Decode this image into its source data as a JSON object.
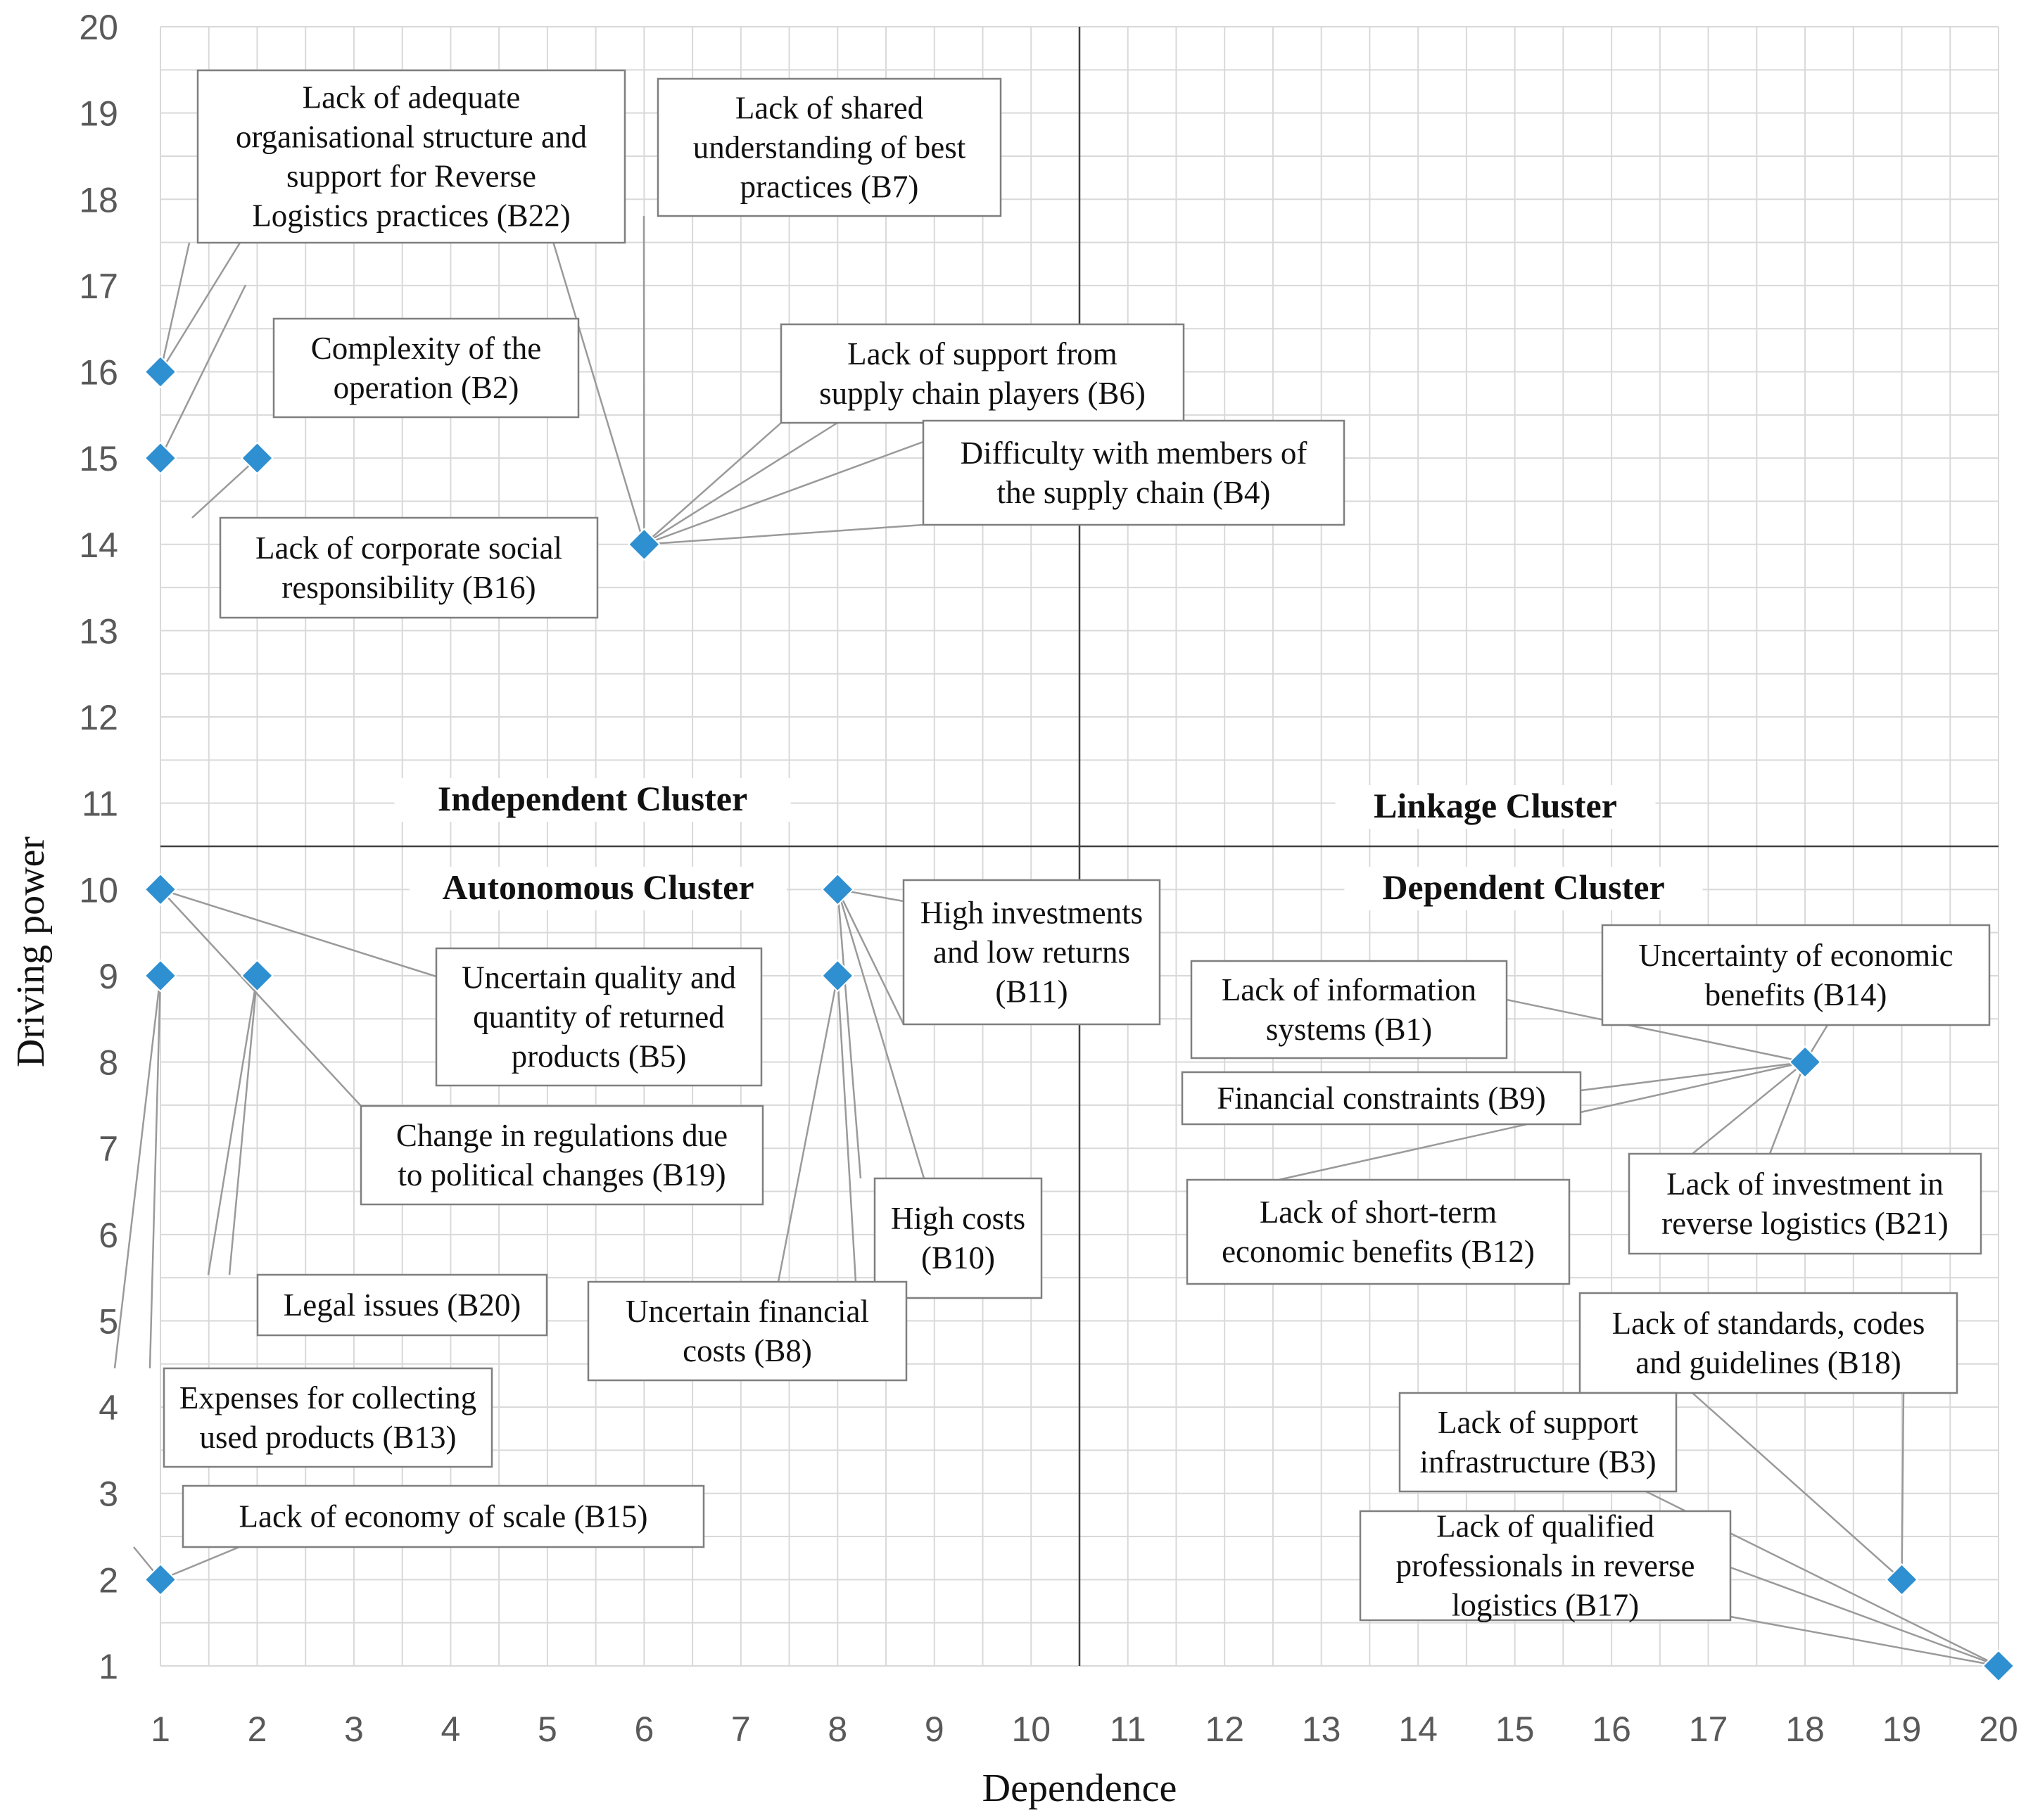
{
  "chart_data": {
    "type": "scatter",
    "xlabel": "Dependence",
    "ylabel": "Driving power",
    "xlim": [
      1,
      20
    ],
    "ylim": [
      1,
      20
    ],
    "x_ticks": [
      "1",
      "2",
      "3",
      "4",
      "5",
      "6",
      "7",
      "8",
      "9",
      "10",
      "11",
      "12",
      "13",
      "14",
      "15",
      "16",
      "17",
      "18",
      "19",
      "20"
    ],
    "y_ticks": [
      "1",
      "2",
      "3",
      "4",
      "5",
      "6",
      "7",
      "8",
      "9",
      "10",
      "11",
      "12",
      "13",
      "14",
      "15",
      "16",
      "17",
      "18",
      "19",
      "20"
    ],
    "grid": true,
    "marker_color": "#2e8fd1",
    "divider_x": 10.5,
    "divider_y": 10.5,
    "clusters": [
      {
        "name": "Independent Cluster",
        "quadrant": "top-left"
      },
      {
        "name": "Linkage Cluster",
        "quadrant": "top-right"
      },
      {
        "name": "Autonomous Cluster",
        "quadrant": "bottom-left"
      },
      {
        "name": "Dependent Cluster",
        "quadrant": "bottom-right"
      }
    ],
    "points": [
      {
        "x": 1,
        "y": 16
      },
      {
        "x": 1,
        "y": 15
      },
      {
        "x": 2,
        "y": 15
      },
      {
        "x": 6,
        "y": 14
      },
      {
        "x": 1,
        "y": 10
      },
      {
        "x": 1,
        "y": 9
      },
      {
        "x": 2,
        "y": 9
      },
      {
        "x": 8,
        "y": 10
      },
      {
        "x": 8,
        "y": 9
      },
      {
        "x": 1,
        "y": 2
      },
      {
        "x": 18,
        "y": 8
      },
      {
        "x": 19,
        "y": 2
      },
      {
        "x": 20,
        "y": 1
      }
    ],
    "annotations": [
      {
        "lines": [
          "Lack of adequate",
          "organisational structure and",
          "support for Reverse",
          "Logistics practices (B22)"
        ],
        "point": [
          1,
          16
        ]
      },
      {
        "lines": [
          "Complexity of the",
          "operation (B2)"
        ],
        "point": [
          1,
          15
        ]
      },
      {
        "lines": [
          "Lack of corporate social",
          "responsibility (B16)"
        ],
        "point": [
          2,
          15
        ]
      },
      {
        "lines": [
          "Lack of shared",
          "understanding of best",
          "practices (B7)"
        ],
        "point": [
          6,
          14
        ]
      },
      {
        "lines": [
          "Lack of support from",
          "supply chain players (B6)"
        ],
        "point": [
          6,
          14
        ]
      },
      {
        "lines": [
          "Difficulty with members of",
          "the supply chain (B4)"
        ],
        "point": [
          6,
          14
        ]
      },
      {
        "lines": [
          "Uncertain quality and",
          "quantity of returned",
          "products (B5)"
        ],
        "point": [
          1,
          10
        ]
      },
      {
        "lines": [
          "Change in regulations due",
          "to political changes (B19)"
        ],
        "point": [
          1,
          10
        ]
      },
      {
        "lines": [
          "Legal issues (B20)"
        ],
        "point": [
          2,
          9
        ]
      },
      {
        "lines": [
          "Expenses for collecting",
          "used products (B13)"
        ],
        "point": [
          1,
          9
        ]
      },
      {
        "lines": [
          "Lack of economy of scale (B15)"
        ],
        "point": [
          1,
          2
        ]
      },
      {
        "lines": [
          "High investments",
          "and low returns",
          "(B11)"
        ],
        "point": [
          8,
          10
        ]
      },
      {
        "lines": [
          "High costs",
          "(B10)"
        ],
        "point": [
          8,
          10
        ]
      },
      {
        "lines": [
          "Uncertain financial",
          "costs (B8)"
        ],
        "point": [
          8,
          9
        ]
      },
      {
        "lines": [
          "Lack of information",
          "systems (B1)"
        ],
        "point": [
          18,
          8
        ]
      },
      {
        "lines": [
          "Financial constraints (B9)"
        ],
        "point": [
          18,
          8
        ]
      },
      {
        "lines": [
          "Lack of short-term",
          "economic benefits (B12)"
        ],
        "point": [
          18,
          8
        ]
      },
      {
        "lines": [
          "Uncertainty of economic",
          "benefits (B14)"
        ],
        "point": [
          18,
          8
        ]
      },
      {
        "lines": [
          "Lack of investment in",
          "reverse logistics (B21)"
        ],
        "point": [
          18,
          8
        ]
      },
      {
        "lines": [
          "Lack of standards, codes",
          "and guidelines (B18)"
        ],
        "point": [
          19,
          2
        ]
      },
      {
        "lines": [
          "Lack of support",
          "infrastructure (B3)"
        ],
        "point": [
          20,
          1
        ]
      },
      {
        "lines": [
          "Lack of qualified",
          "professionals in reverse",
          "logistics (B17)"
        ],
        "point": [
          20,
          1
        ]
      }
    ]
  }
}
